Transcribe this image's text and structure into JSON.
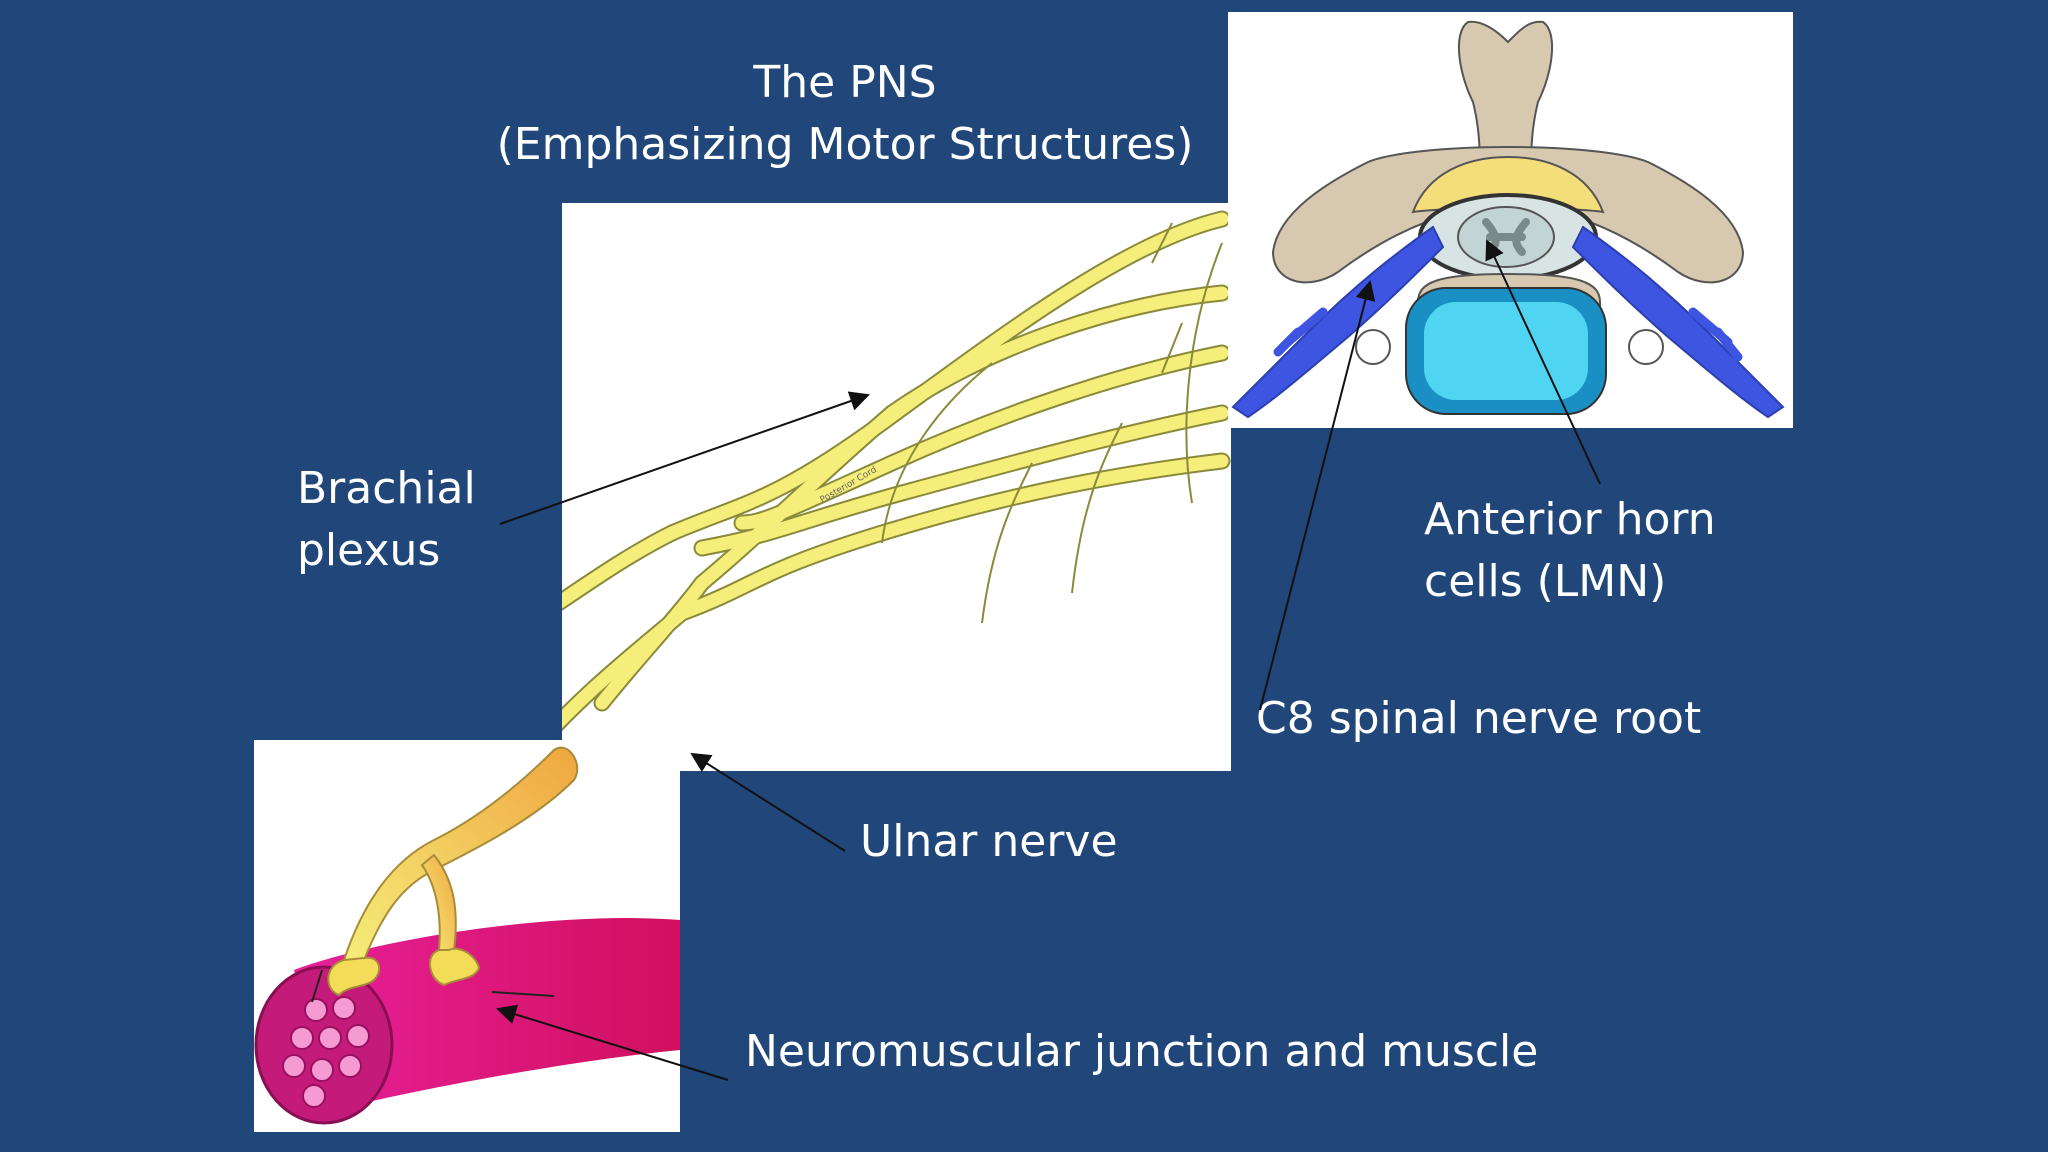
{
  "title": {
    "line1": "The PNS",
    "line2": "(Emphasizing Motor Structures)"
  },
  "labels": {
    "brachial_line1": "Brachial",
    "brachial_line2": "plexus",
    "anterior_line1": "Anterior horn",
    "anterior_line2": "cells (LMN)",
    "c8": "C8 spinal nerve root",
    "ulnar": "Ulnar nerve",
    "nmj": "Neuromuscular junction and muscle"
  },
  "plexus_text": {
    "cord": "Posterior Cord"
  },
  "colors": {
    "background": "#21467a",
    "nerve_yellow": "#f5ee7a",
    "nerve_outline": "#8a8a3a",
    "bone": "#d7c8b0",
    "vein_blue": "#3d55e0",
    "disc_cyan": "#29b8e8",
    "muscle_pink": "#e0188a",
    "axon_orange": "#f0a640"
  }
}
